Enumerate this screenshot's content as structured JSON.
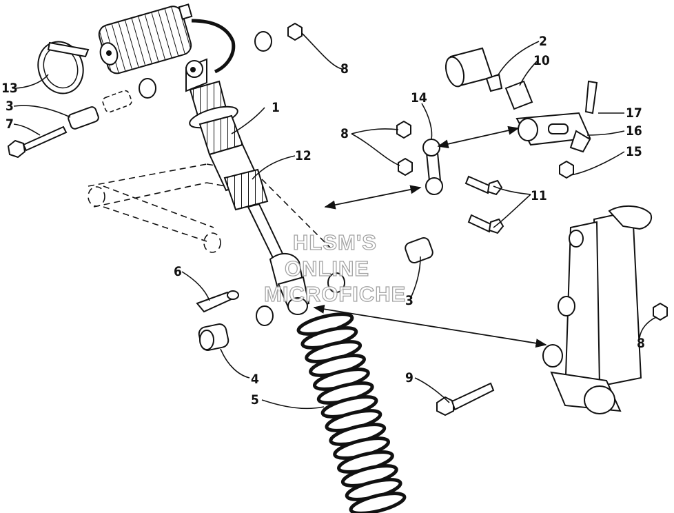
{
  "callouts": {
    "c1": "1",
    "c2": "2",
    "c3a": "3",
    "c3b": "3",
    "c4": "4",
    "c5": "5",
    "c6": "6",
    "c7": "7",
    "c8a": "8",
    "c8b": "8",
    "c8c": "8",
    "c9": "9",
    "c10": "10",
    "c11": "11",
    "c12": "12",
    "c13": "13",
    "c14": "14",
    "c15": "15",
    "c16": "16",
    "c17": "17"
  },
  "watermark": {
    "line1": "HLSM'S",
    "line2": "ONLINE",
    "line3": "MICROFICHE"
  }
}
